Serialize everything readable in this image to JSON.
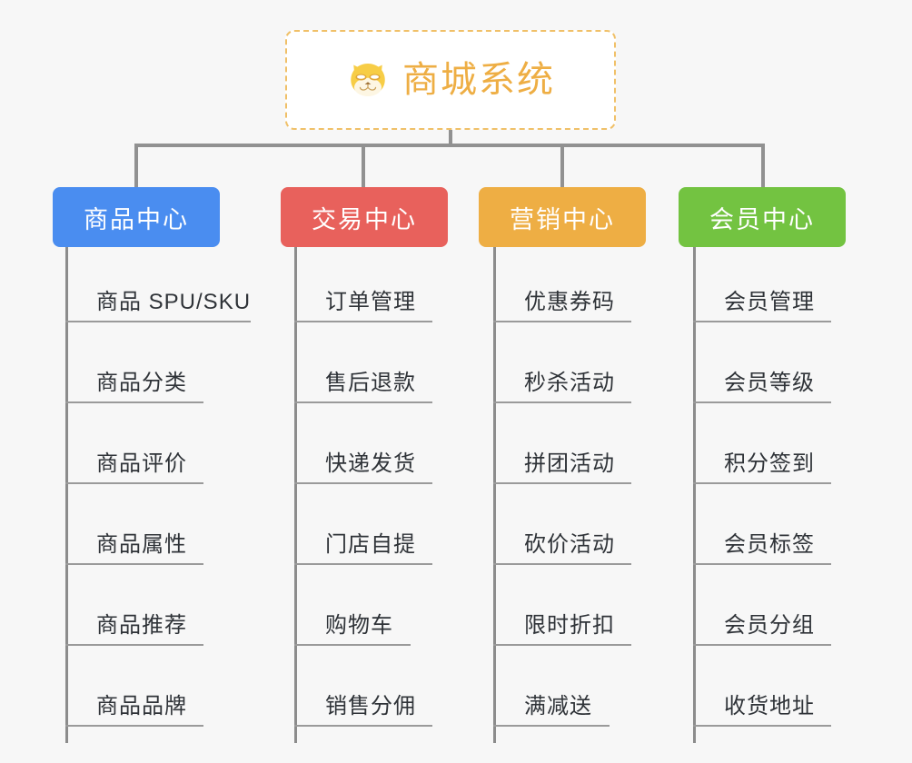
{
  "diagram": {
    "type": "org-tree",
    "background_color": "#f7f7f7",
    "root": {
      "title": "商城系统",
      "icon": "shiba-dog-face-icon",
      "border_color": "#f0c068",
      "text_color": "#eeae44",
      "fill_color": "#ffffff"
    },
    "connector_color": "#919191",
    "branch_line_color": "#8c8c8c",
    "item_underline_color": "#9a9a9a",
    "item_text_color": "#2f3338",
    "categories": [
      {
        "label": "商品中心",
        "color": "#4a8df0",
        "items": [
          "商品 SPU/SKU",
          "商品分类",
          "商品评价",
          "商品属性",
          "商品推荐",
          "商品品牌"
        ]
      },
      {
        "label": "交易中心",
        "color": "#e8615c",
        "items": [
          "订单管理",
          "售后退款",
          "快递发货",
          "门店自提",
          "购物车",
          "销售分佣"
        ]
      },
      {
        "label": "营销中心",
        "color": "#eeae44",
        "items": [
          "优惠券码",
          "秒杀活动",
          "拼团活动",
          "砍价活动",
          "限时折扣",
          "满减送"
        ]
      },
      {
        "label": "会员中心",
        "color": "#73c341",
        "items": [
          "会员管理",
          "会员等级",
          "积分签到",
          "会员标签",
          "会员分组",
          "收货地址"
        ]
      }
    ]
  }
}
